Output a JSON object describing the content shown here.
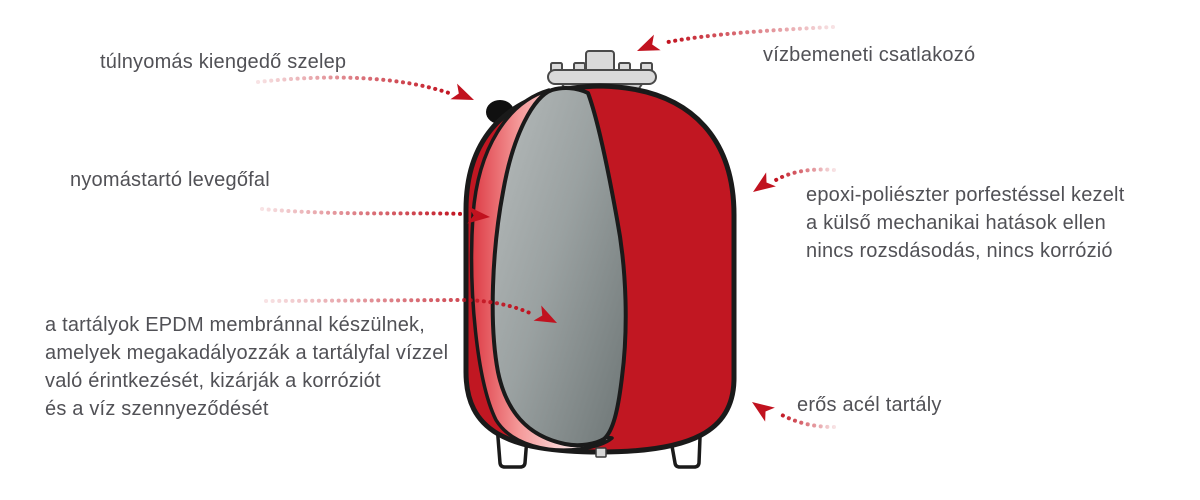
{
  "labels": {
    "relief_valve": "túlnyomás kiengedő szelep",
    "water_inlet": "vízbemeneti csatlakozó",
    "air_wall": "nyomástartó levegőfal",
    "coating": "epoxi-poliészter porfestéssel kezelt\na külső mechanikai hatások ellen\nnincs rozsdásodás, nincs korrózió",
    "membrane": "a tartályok EPDM membránnal készülnek,\namelyek megakadályozzák a tartályfal vízzel\nvaló érintkezését, kizárják a korróziót\nés a víz szennyeződését",
    "steel_tank": "erős acél tartály"
  },
  "colors": {
    "background": "#ffffff",
    "tank_red": "#c11722",
    "arrow_red": "#c1121f",
    "outline_black": "#1a1a1a",
    "membrane_gray_light": "#b7bcbc",
    "membrane_gray_dark": "#737b7b",
    "air_wall_pink": "#f29a9a",
    "flange_gray": "#dadada",
    "valve_black": "#101010",
    "leg_white": "#ffffff",
    "text_gray": "#515156"
  }
}
